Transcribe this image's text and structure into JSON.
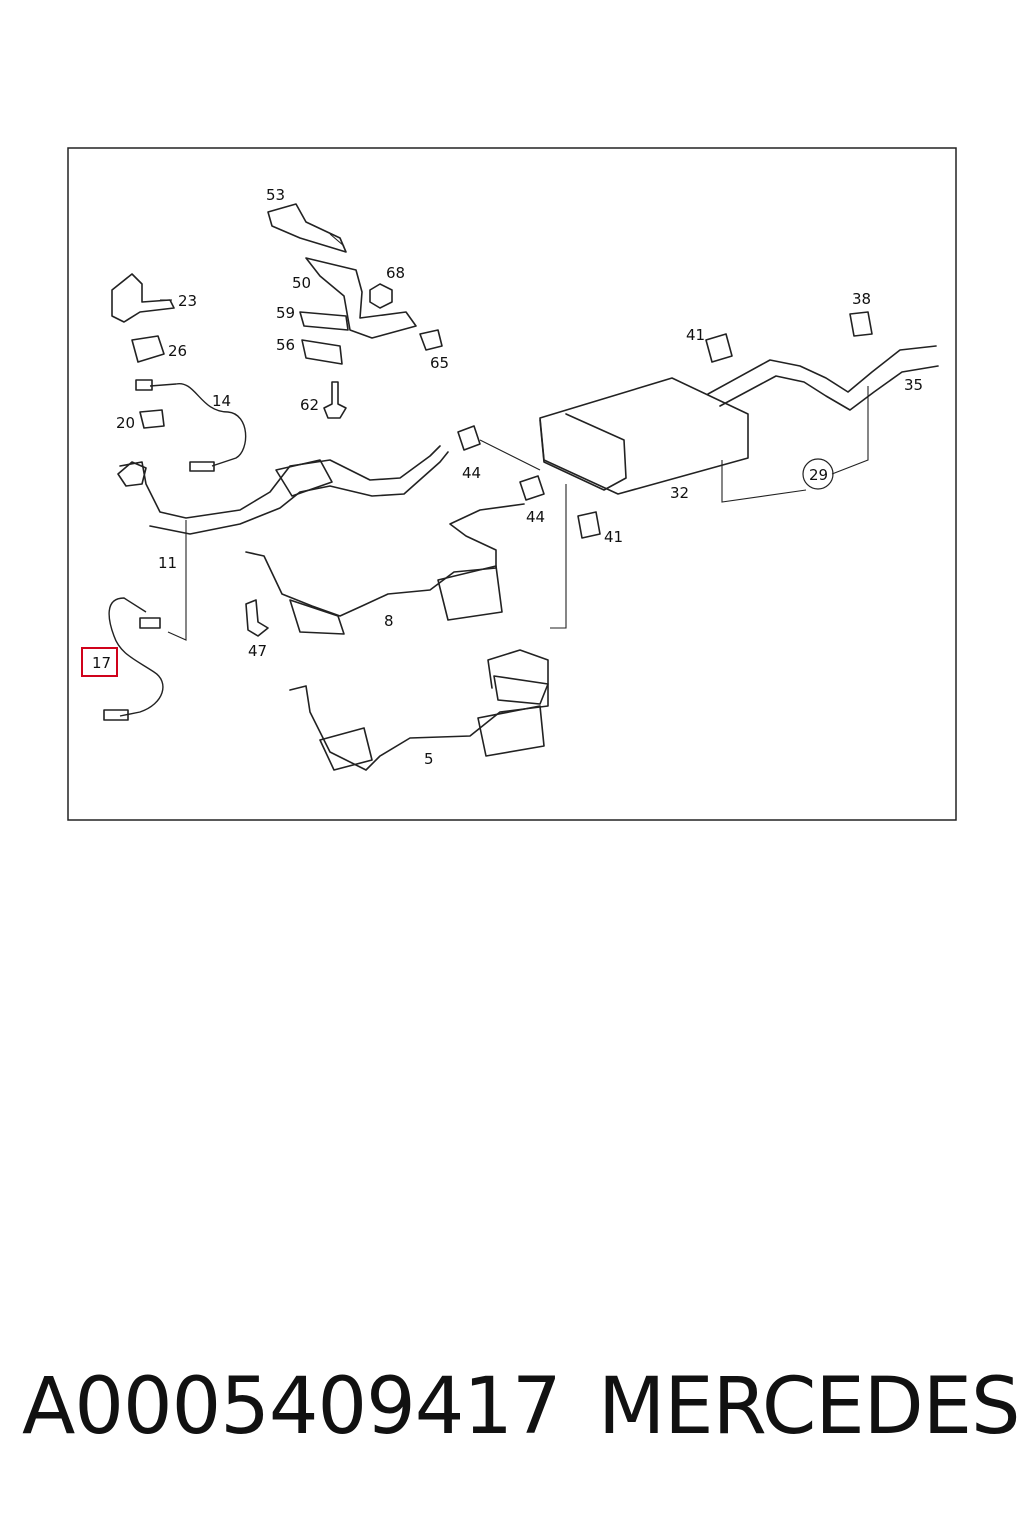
{
  "callouts": {
    "c53": "53",
    "c68": "68",
    "c50": "50",
    "c23": "23",
    "c59": "59",
    "c26": "26",
    "c56": "56",
    "c65": "65",
    "c62": "62",
    "c14": "14",
    "c20": "20",
    "c41a": "41",
    "c38": "38",
    "c35": "35",
    "c44a": "44",
    "c44b": "44",
    "c29": "29",
    "c32": "32",
    "c41b": "41",
    "c11": "11",
    "c8": "8",
    "c47": "47",
    "c17": "17",
    "c5": "5"
  },
  "footer": {
    "part_number": "A0005409417",
    "brand": "MERCEDES"
  },
  "highlight": {
    "color": "#d0021b",
    "part": "17"
  }
}
